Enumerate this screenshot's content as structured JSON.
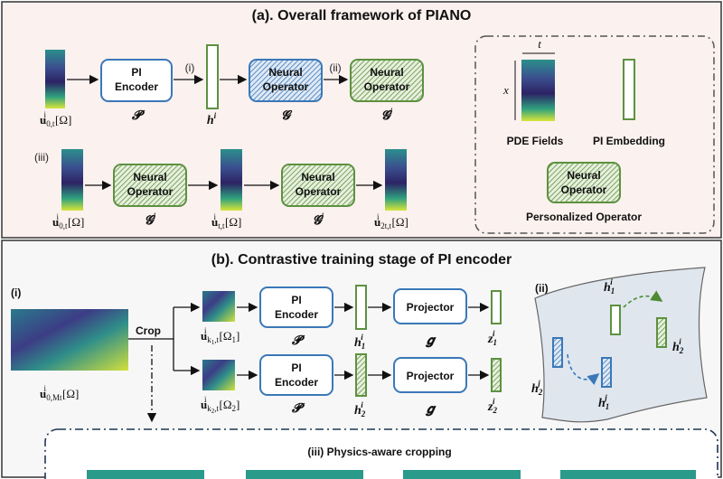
{
  "colors": {
    "panel_a_bg": "#fbf1ee",
    "panel_b_bg": "#f7f7f7",
    "blue_box": "#3a78b8",
    "green_box": "#5d9140",
    "title_rule": "#333333"
  },
  "panel_a": {
    "title": "(a). Overall framework of PIANO",
    "row1": {
      "input_label": "u",
      "input_sub": "0,t",
      "input_sup": "i",
      "input_arg": "[Ω]",
      "encoder_line1": "PI",
      "encoder_line2": "Encoder",
      "encoder_sym": "𝓟",
      "step_i": "(i)",
      "embedding_sym": "h",
      "embedding_sup": "i",
      "operator_line1": "Neural",
      "operator_line2": "Operator",
      "operator_sym": "𝓖",
      "step_ii": "(ii)",
      "personal_line1": "Neural",
      "personal_line2": "Operator",
      "personal_sym": "𝓖",
      "personal_sup": "i"
    },
    "row2": {
      "step_iii": "(iii)",
      "in_sub": "0,t",
      "mid_sub": "t,t",
      "out_sub": "2t,t",
      "sup": "i",
      "arg": "[Ω]",
      "op_line1": "Neural",
      "op_line2": "Operator",
      "op_sym": "𝓖",
      "op_sup": "i"
    },
    "legend": {
      "t_label": "t",
      "x_label": "x",
      "pde_fields": "PDE Fields",
      "pi_embedding": "PI Embedding",
      "op_line1": "Neural",
      "op_line2": "Operator",
      "personalized_operator": "Personalized Operator"
    }
  },
  "panel_b": {
    "title": "(b). Contrastive training stage of PI encoder",
    "part_i": "(i)",
    "part_ii": "(ii)",
    "input_sub": "0,Mt",
    "crop": "Crop",
    "branch1_sub": "k",
    "branch1_subsub": "1",
    "branch1_omega": "[Ω",
    "branch1_omega_sub": "1",
    "branch2_sub": "k",
    "branch2_subsub": "2",
    "branch2_omega_sub": "2",
    "enc_line1": "PI",
    "enc_line2": "Encoder",
    "enc_sym": "𝓟",
    "projector": "Projector",
    "proj_sym": "𝒈",
    "h": "h",
    "z": "z",
    "sup_i": "i",
    "sup_j": "j",
    "sub_1": "1",
    "sub_2": "2",
    "cropping_title": "(iii) Physics-aware cropping"
  }
}
